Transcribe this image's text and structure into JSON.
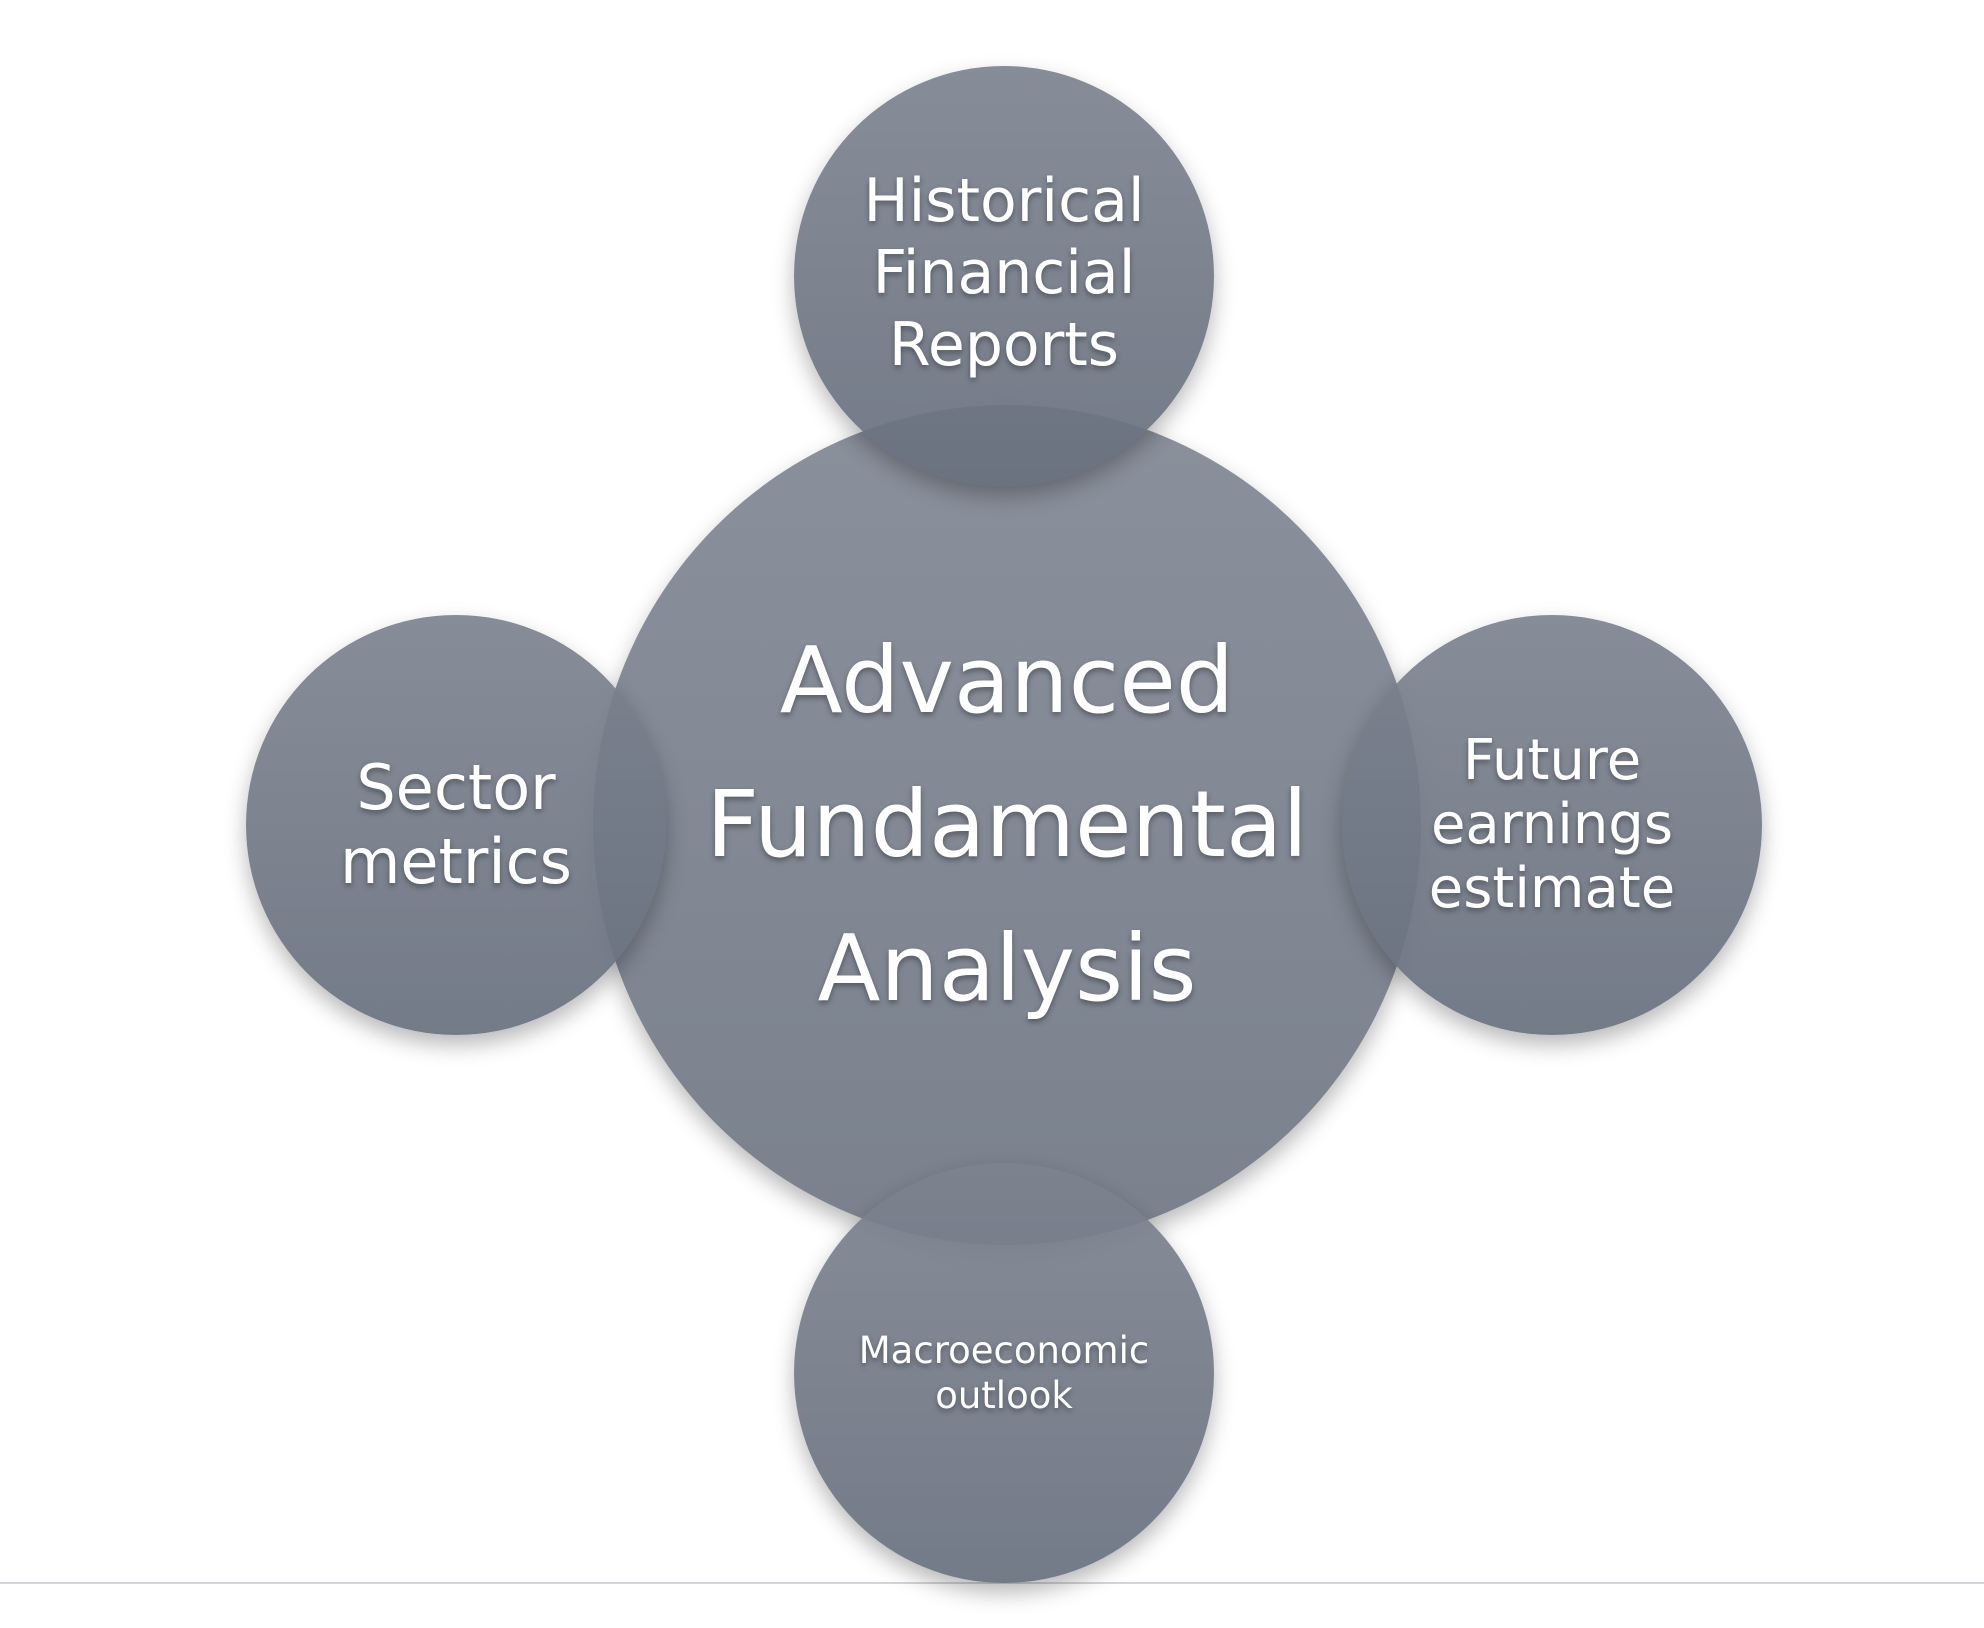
{
  "diagram": {
    "center": {
      "label": "Advanced\nFundamental\nAnalysis"
    },
    "satellites": {
      "top": "Historical\nFinancial\nReports",
      "left": "Sector\nmetrics",
      "right": "Future\nearnings\nestimate",
      "bottom": "Macroeconomic\noutlook"
    },
    "colors": {
      "circle_fill": "#767d8a",
      "overlap_fill": "#515b69",
      "text": "#ffffff",
      "background": "#ffffff"
    }
  }
}
